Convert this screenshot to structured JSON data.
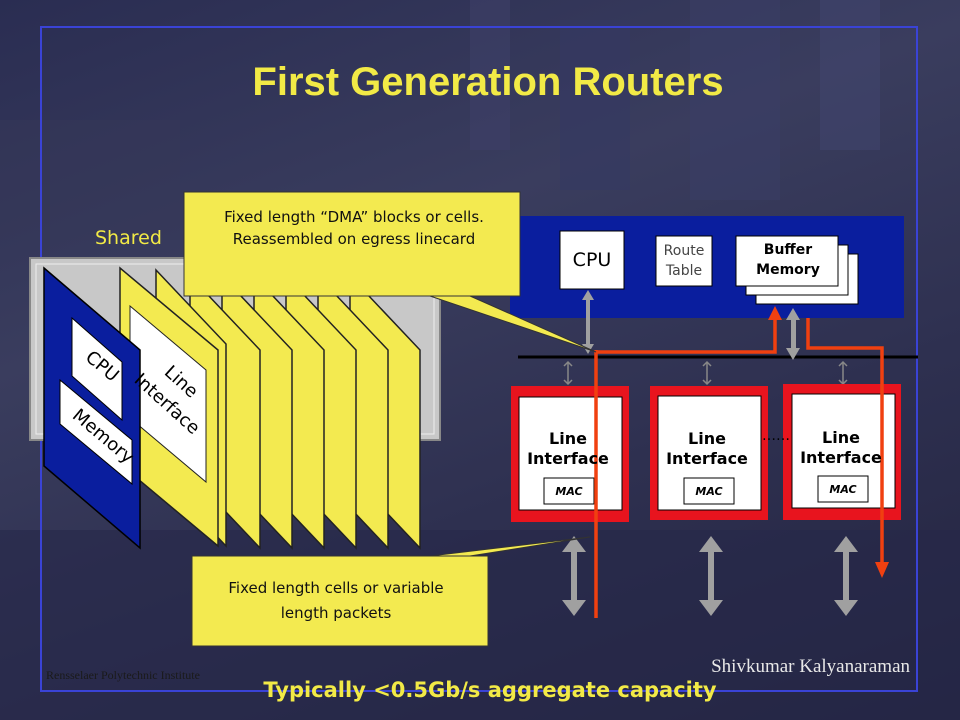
{
  "title": "First Generation Routers",
  "shared_label": "Shared",
  "left_card": {
    "cpu": "CPU",
    "memory": "Memory",
    "line_interface": "Line Interface"
  },
  "top_box": {
    "cpu": "CPU",
    "route_table": "Route Table",
    "buffer_memory": "Buffer Memory"
  },
  "linecards": [
    {
      "label": "Line Interface",
      "mac": "MAC"
    },
    {
      "label": "Line Interface",
      "mac": "MAC"
    },
    {
      "label": "Line Interface",
      "mac": "MAC"
    }
  ],
  "ellipsis": "……",
  "callout_top": "Fixed length “DMA” blocks or cells. Reassembled on egress linecard",
  "callout_bottom": "Fixed length cells or variable length packets",
  "footer_left": "Rensselaer Polytechnic Institute",
  "footer_right": "Shivkumar Kalyanaraman",
  "footer_caption": "Typically <0.5Gb/s aggregate capacity",
  "colors": {
    "title": "#f2ea46",
    "frame": "#3a43d6",
    "blue": "#0a1e9e",
    "red": "#e8141e",
    "callout": "#f3ea50",
    "arrow_red": "#f04010",
    "arrow_grey": "#a0a0a0"
  }
}
